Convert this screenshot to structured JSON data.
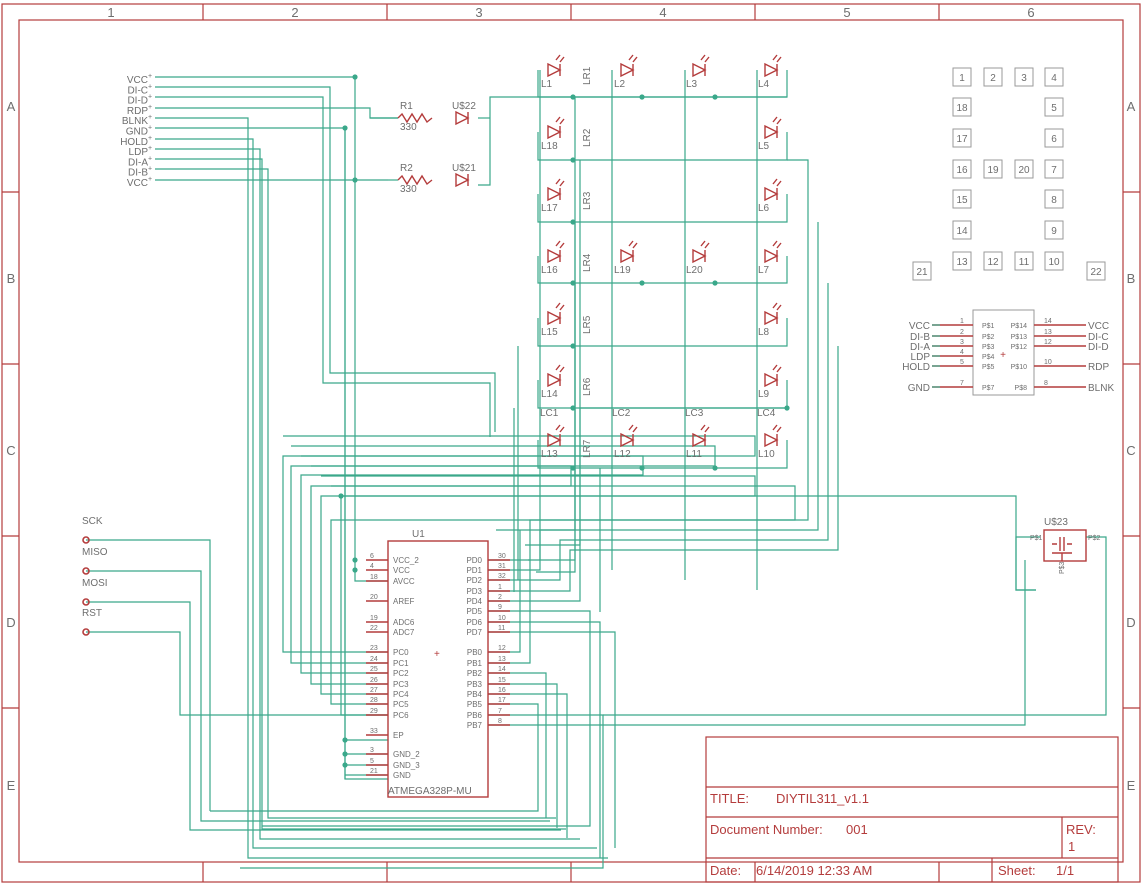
{
  "frame": {
    "columns": [
      "1",
      "2",
      "3",
      "4",
      "5",
      "6"
    ],
    "rows": [
      "A",
      "B",
      "C",
      "D",
      "E"
    ]
  },
  "title_block": {
    "title_label": "TITLE:",
    "title": "DIYTIL311_v1.1",
    "docnum_label": "Document Number:",
    "docnum": "001",
    "rev_label": "REV:",
    "rev": "1",
    "date_label": "Date:",
    "date": "6/14/2019 12:33 AM",
    "sheet_label": "Sheet:",
    "sheet": "1/1"
  },
  "header_pins": [
    "VCC",
    "DI-C",
    "DI-D",
    "RDP",
    "BLNK",
    "GND",
    "HOLD",
    "LDP",
    "DI-A",
    "DI-B",
    "VCC"
  ],
  "isp_pins": [
    "SCK",
    "MISO",
    "MOSI",
    "RST"
  ],
  "resistors": [
    {
      "ref": "R1",
      "value": "330"
    },
    {
      "ref": "R2",
      "value": "330"
    }
  ],
  "dp_leds": [
    "U$22",
    "U$21"
  ],
  "led_labels": [
    "L1",
    "L2",
    "L3",
    "L4",
    "L18",
    "L5",
    "L17",
    "L6",
    "L16",
    "L19",
    "L20",
    "L7",
    "L15",
    "L8",
    "L14",
    "L9",
    "L13",
    "L12",
    "L11",
    "L10"
  ],
  "row_nets": [
    "LR1",
    "LR2",
    "LR3",
    "LR4",
    "LR5",
    "LR6",
    "LR7"
  ],
  "col_nets": [
    "LC1",
    "LC2",
    "LC3",
    "LC4"
  ],
  "mcu": {
    "ref": "U1",
    "part": "ATMEGA328P-MU",
    "left_pins": [
      {
        "num": "6",
        "name": "VCC_2"
      },
      {
        "num": "4",
        "name": "VCC"
      },
      {
        "num": "18",
        "name": "AVCC"
      },
      {
        "num": "20",
        "name": "AREF"
      },
      {
        "num": "19",
        "name": "ADC6"
      },
      {
        "num": "22",
        "name": "ADC7"
      },
      {
        "num": "23",
        "name": "PC0"
      },
      {
        "num": "24",
        "name": "PC1"
      },
      {
        "num": "25",
        "name": "PC2"
      },
      {
        "num": "26",
        "name": "PC3"
      },
      {
        "num": "27",
        "name": "PC4"
      },
      {
        "num": "28",
        "name": "PC5"
      },
      {
        "num": "29",
        "name": "PC6"
      },
      {
        "num": "33",
        "name": "EP"
      },
      {
        "num": "3",
        "name": "GND_2"
      },
      {
        "num": "5",
        "name": "GND_3"
      },
      {
        "num": "21",
        "name": "GND"
      }
    ],
    "right_pins": [
      {
        "num": "30",
        "name": "PD0"
      },
      {
        "num": "31",
        "name": "PD1"
      },
      {
        "num": "32",
        "name": "PD2"
      },
      {
        "num": "1",
        "name": "PD3"
      },
      {
        "num": "2",
        "name": "PD4"
      },
      {
        "num": "9",
        "name": "PD5"
      },
      {
        "num": "10",
        "name": "PD6"
      },
      {
        "num": "11",
        "name": "PD7"
      },
      {
        "num": "12",
        "name": "PB0"
      },
      {
        "num": "13",
        "name": "PB1"
      },
      {
        "num": "14",
        "name": "PB2"
      },
      {
        "num": "15",
        "name": "PB3"
      },
      {
        "num": "16",
        "name": "PB4"
      },
      {
        "num": "17",
        "name": "PB5"
      },
      {
        "num": "7",
        "name": "PB6"
      },
      {
        "num": "8",
        "name": "PB7"
      }
    ]
  },
  "footprint_pads": [
    "1",
    "2",
    "3",
    "4",
    "18",
    "5",
    "17",
    "6",
    "16",
    "19",
    "20",
    "7",
    "15",
    "8",
    "14",
    "9",
    "13",
    "12",
    "11",
    "10",
    "21",
    "22"
  ],
  "connector": {
    "left_nets": [
      {
        "net": "VCC",
        "pin": "1",
        "pad": "P$1"
      },
      {
        "net": "DI-B",
        "pin": "2",
        "pad": "P$2"
      },
      {
        "net": "DI-A",
        "pin": "3",
        "pad": "P$3"
      },
      {
        "net": "LDP",
        "pin": "4",
        "pad": "P$4"
      },
      {
        "net": "HOLD",
        "pin": "5",
        "pad": "P$5"
      },
      {
        "net": "GND",
        "pin": "7",
        "pad": "P$7"
      }
    ],
    "right_nets": [
      {
        "net": "VCC",
        "pin": "14",
        "pad": "P$14"
      },
      {
        "net": "DI-C",
        "pin": "13",
        "pad": "P$13"
      },
      {
        "net": "DI-D",
        "pin": "12",
        "pad": "P$12"
      },
      {
        "net": "RDP",
        "pin": "10",
        "pad": "P$10"
      },
      {
        "net": "BLNK",
        "pin": "8",
        "pad": "P$8"
      }
    ]
  },
  "crystal": {
    "ref": "U$23",
    "pads": [
      "P$1",
      "P$2",
      "P$3"
    ]
  },
  "colors": {
    "frame": "#b43c3c",
    "wire": "#3aa88a",
    "label": "#6e6e6e"
  }
}
